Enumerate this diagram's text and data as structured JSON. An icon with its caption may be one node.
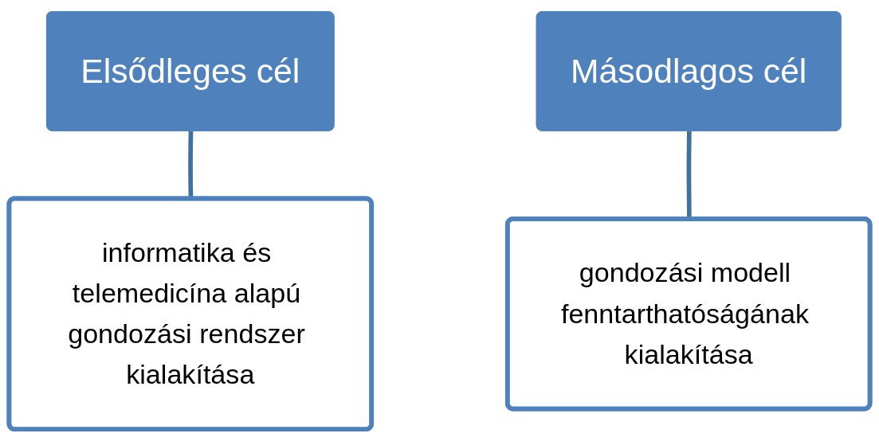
{
  "diagram": {
    "nodes": [
      {
        "text": [
          "Elsődleges cél"
        ]
      },
      {
        "text": [
          "informatika és telemedicína alapú gondozási rendszer kialakítása"
        ]
      },
      {
        "text": [
          "Másodlagos cél"
        ]
      },
      {
        "text": [
          "gondozási modell fenntarthatóságának kialakítása"
        ]
      }
    ],
    "edges": [
      {
        "from": 0,
        "to": 1,
        "arrow": "none"
      },
      {
        "from": 2,
        "to": 3,
        "arrow": "none"
      }
    ]
  }
}
